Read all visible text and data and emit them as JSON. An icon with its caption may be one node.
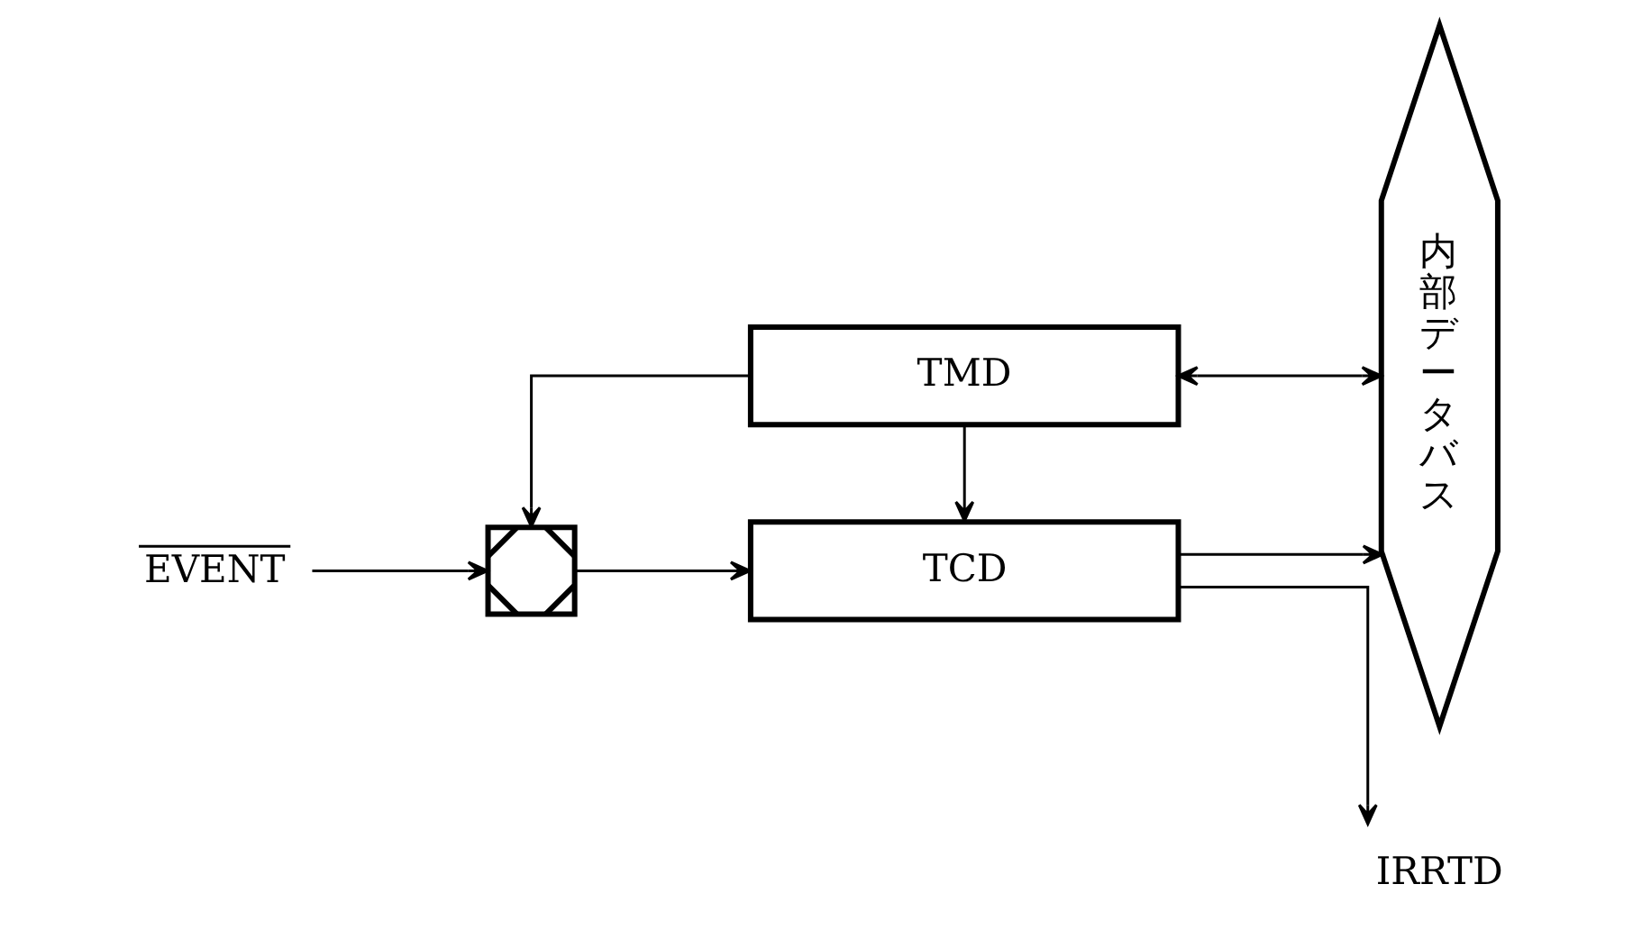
{
  "diagram": {
    "nodes": [
      {
        "text": [
          "TMD"
        ]
      },
      {
        "text": [
          "内部データバス"
        ]
      },
      {
        "text": [
          "EVENT"
        ]
      },
      {
        "text": [],
        "shape": "box"
      },
      {
        "text": [
          "TCD"
        ]
      },
      {
        "text": [
          "IRRTD"
        ]
      }
    ],
    "edges": [
      {
        "from": 0,
        "to": 1,
        "arrow": "both"
      },
      {
        "from": 0,
        "to": 3,
        "arrow": "to"
      },
      {
        "from": 0,
        "to": 4,
        "arrow": "to"
      },
      {
        "from": 2,
        "to": 3,
        "arrow": "to"
      },
      {
        "from": 3,
        "to": 4,
        "arrow": "to"
      },
      {
        "from": 4,
        "to": 1,
        "arrow": "to"
      },
      {
        "from": 4,
        "to": 5,
        "arrow": "to"
      }
    ]
  }
}
